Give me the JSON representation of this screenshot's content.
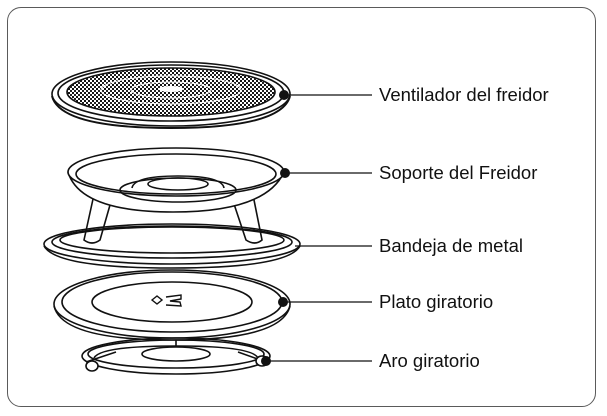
{
  "labels": {
    "fan": "Ventilador del freidor",
    "stand": "Soporte del Freidor",
    "tray": "Bandeja de metal",
    "plate": "Plato giratorio",
    "ring": "Aro giratorio"
  }
}
